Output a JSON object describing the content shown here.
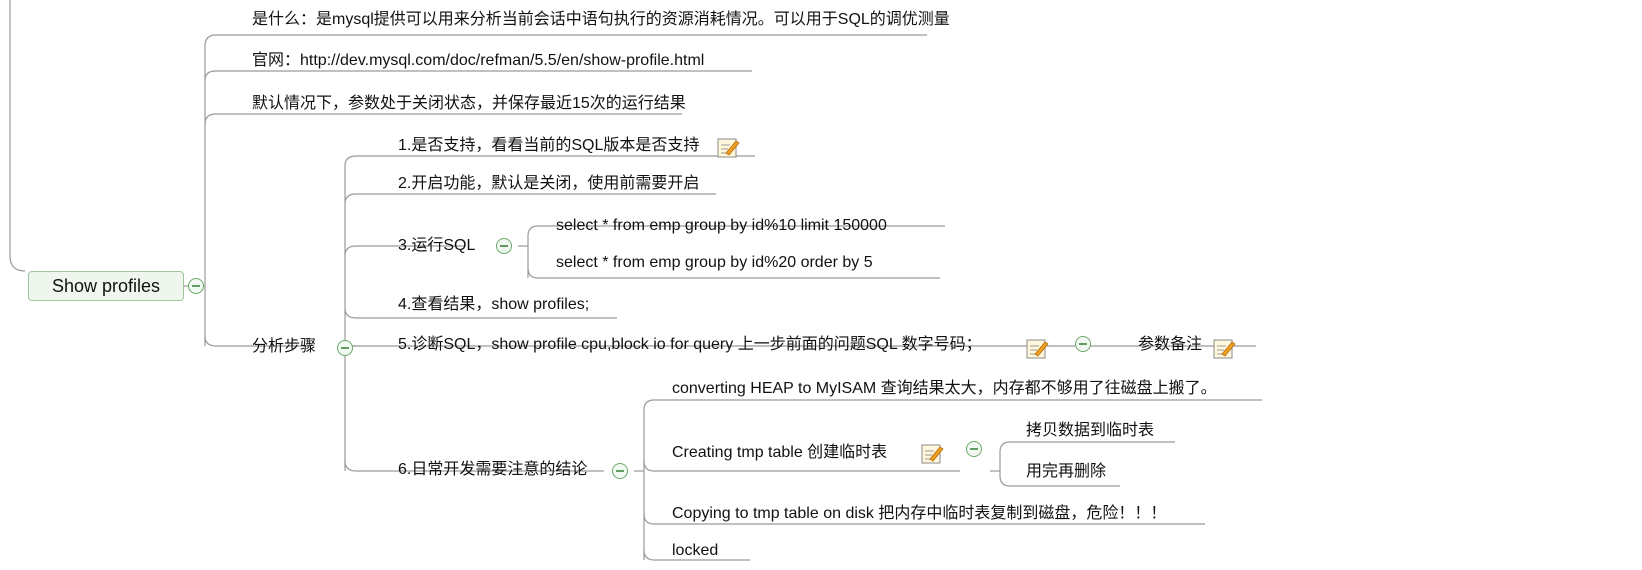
{
  "root": {
    "label": "Show profiles"
  },
  "branches": {
    "what": "是什么：是mysql提供可以用来分析当前会话中语句执行的资源消耗情况。可以用于SQL的调优测量",
    "site": "官网：http://dev.mysql.com/doc/refman/5.5/en/show-profile.html",
    "default": "默认情况下，参数处于关闭状态，并保存最近15次的运行结果",
    "steps": "分析步骤"
  },
  "steps": {
    "s1": "1.是否支持，看看当前的SQL版本是否支持",
    "s2": "2.开启功能，默认是关闭，使用前需要开启",
    "s3": "3.运行SQL",
    "s3a": "select * from emp group by id%10 limit 150000",
    "s3b": "select * from emp group by id%20 order by 5",
    "s4": "4.查看结果，show profiles;",
    "s5": "5.诊断SQL，show profile cpu,block io for query 上一步前面的问题SQL 数字号码；",
    "s5note": "参数备注",
    "s6": "6.日常开发需要注意的结论",
    "s6a": "converting HEAP to MyISAM 查询结果太大，内存都不够用了往磁盘上搬了。",
    "s6b": "Creating tmp table 创建临时表",
    "s6b1": "拷贝数据到临时表",
    "s6b2": "用完再删除",
    "s6c": "Copying to tmp table on disk 把内存中临时表复制到磁盘，危险！！！",
    "s6d": "locked"
  },
  "colors": {
    "line": "#9a9a9a",
    "root_border": "#9ec59e",
    "collapse": "#6aa96a"
  },
  "icons": [
    "collapse-icon",
    "note-icon"
  ]
}
